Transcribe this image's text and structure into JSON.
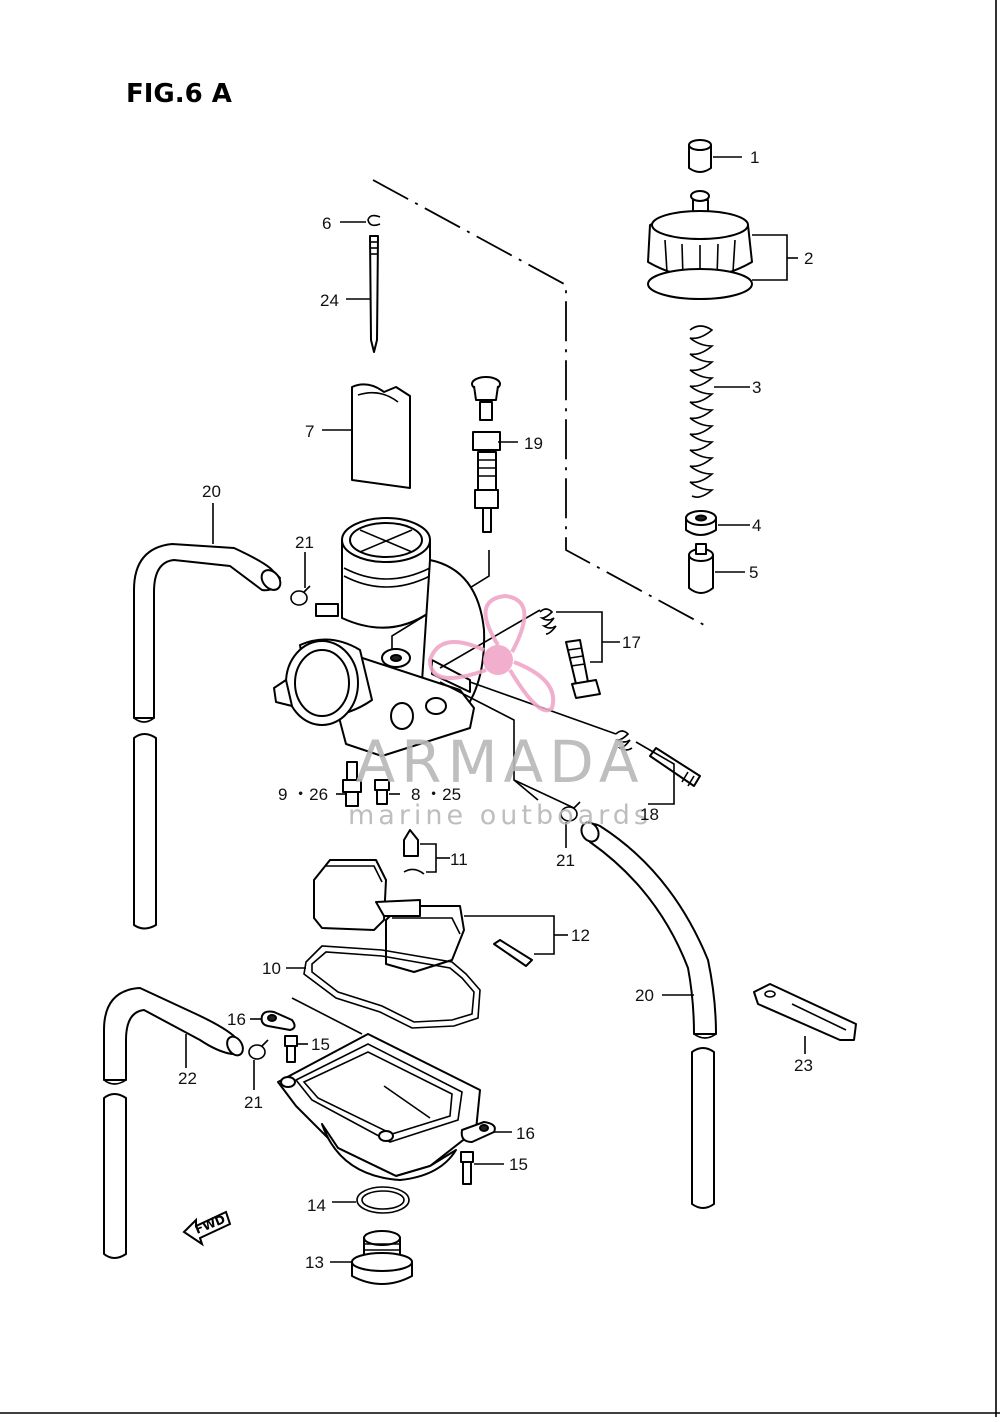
{
  "figure": {
    "title": "FIG.6 A"
  },
  "watermark": {
    "brand": "ARMADA",
    "tagline": "marine outboards",
    "accent_color": "#f0a6c8"
  },
  "direction_arrow": {
    "label": "FWD"
  },
  "callouts": [
    {
      "id": "c1",
      "text": "1"
    },
    {
      "id": "c2",
      "text": "2"
    },
    {
      "id": "c3",
      "text": "3"
    },
    {
      "id": "c4",
      "text": "4"
    },
    {
      "id": "c5",
      "text": "5"
    },
    {
      "id": "c6",
      "text": "6"
    },
    {
      "id": "c24",
      "text": "24"
    },
    {
      "id": "c7",
      "text": "7"
    },
    {
      "id": "c19",
      "text": "19"
    },
    {
      "id": "c20a",
      "text": "20"
    },
    {
      "id": "c21a",
      "text": "21"
    },
    {
      "id": "c17",
      "text": "17"
    },
    {
      "id": "c9_26",
      "text": "9 ・26"
    },
    {
      "id": "c8_25",
      "text": "8 ・25"
    },
    {
      "id": "c18",
      "text": "18"
    },
    {
      "id": "c21b",
      "text": "21"
    },
    {
      "id": "c11",
      "text": "11"
    },
    {
      "id": "c12",
      "text": "12"
    },
    {
      "id": "c10",
      "text": "10"
    },
    {
      "id": "c20b",
      "text": "20"
    },
    {
      "id": "c16a",
      "text": "16"
    },
    {
      "id": "c15a",
      "text": "15"
    },
    {
      "id": "c22",
      "text": "22"
    },
    {
      "id": "c21c",
      "text": "21"
    },
    {
      "id": "c23",
      "text": "23"
    },
    {
      "id": "c16b",
      "text": "16"
    },
    {
      "id": "c15b",
      "text": "15"
    },
    {
      "id": "c14",
      "text": "14"
    },
    {
      "id": "c13",
      "text": "13"
    }
  ]
}
